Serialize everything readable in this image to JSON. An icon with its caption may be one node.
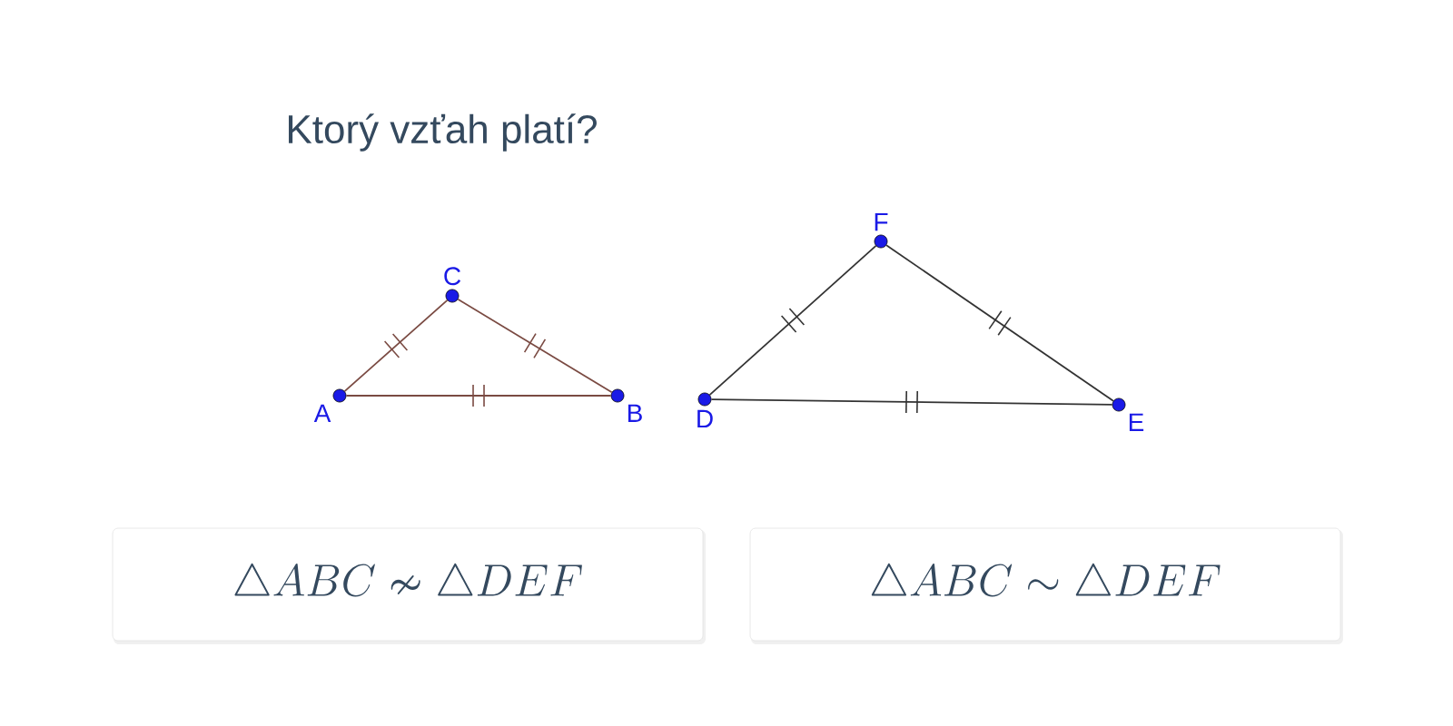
{
  "diagram": {
    "title": "Ktorý vzťah platí?",
    "nodes": [
      {
        "text": [
          "A"
        ]
      },
      {
        "text": [
          "B"
        ]
      },
      {
        "text": [
          "C"
        ]
      },
      {
        "text": [
          "D"
        ]
      },
      {
        "text": [
          "E"
        ]
      },
      {
        "text": [
          "F"
        ]
      },
      {
        "text": [
          "\\triangle ABC\\nsim\\triangle DEF"
        ]
      },
      {
        "text": [
          "\\triangle ABC\\sim\\triangle DEF"
        ]
      }
    ],
    "edges": [
      {
        "from": 0,
        "to": 1,
        "arrow": "none",
        "color": "#7a4a42"
      },
      {
        "from": 1,
        "to": 2,
        "arrow": "none",
        "color": "#7a4a42"
      },
      {
        "from": 2,
        "to": 0,
        "arrow": "none",
        "color": "#7a4a42"
      },
      {
        "from": 3,
        "to": 4,
        "arrow": "none",
        "color": "#333333"
      },
      {
        "from": 4,
        "to": 5,
        "arrow": "none",
        "color": "#333333"
      },
      {
        "from": 5,
        "to": 3,
        "arrow": "none",
        "color": "#333333"
      }
    ]
  }
}
